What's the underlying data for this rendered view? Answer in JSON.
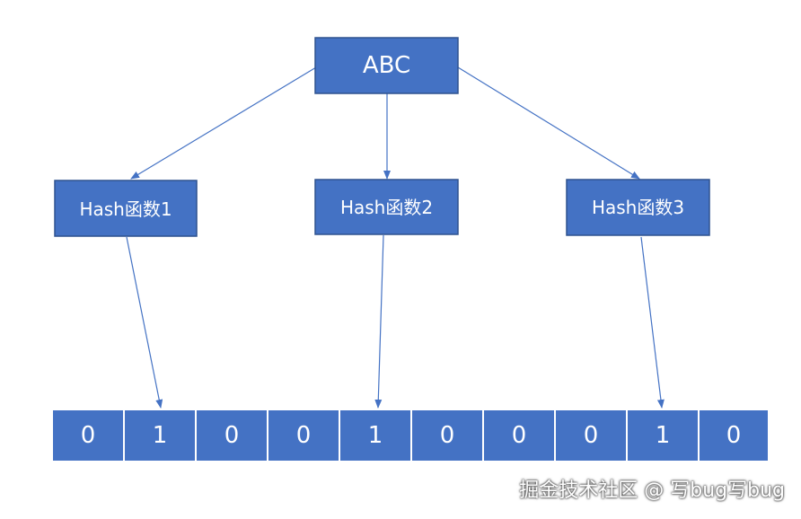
{
  "input_node": {
    "label": "ABC"
  },
  "hash_functions": [
    {
      "label": "Hash函数1"
    },
    {
      "label": "Hash函数2"
    },
    {
      "label": "Hash函数3"
    }
  ],
  "bit_array": [
    "0",
    "1",
    "0",
    "0",
    "1",
    "0",
    "0",
    "0",
    "1",
    "0"
  ],
  "watermark": "掘金技术社区 @ 写bug写bug",
  "colors": {
    "box_fill": "#4472c4",
    "box_text": "#ffffff",
    "arrow": "#4472c4"
  }
}
